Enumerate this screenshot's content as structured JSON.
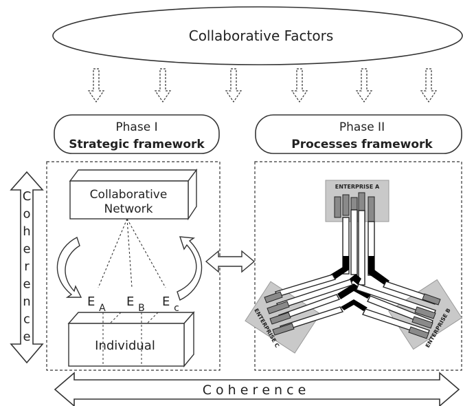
{
  "top_label": "Collaborative Factors",
  "phase1": {
    "title": "Phase I",
    "subtitle": "Strategic framework"
  },
  "phase2": {
    "title": "Phase II",
    "subtitle": "Processes framework"
  },
  "network_box": {
    "line1": "Collaborative",
    "line2": "Network"
  },
  "individual_box": "Individual",
  "entities": [
    {
      "letter": "E",
      "sub": "A"
    },
    {
      "letter": "E",
      "sub": "B"
    },
    {
      "letter": "E",
      "sub": "c"
    }
  ],
  "left_arrow_label": [
    "C",
    "o",
    "h",
    "e",
    "r",
    "e",
    "n",
    "c",
    "e"
  ],
  "bottom_arrow_label": "C o h e r e n c e",
  "enterprises": {
    "a": "ENTERPRISE  A",
    "b": "ENTERPRISE  B",
    "c": "ENTERPRISE  C"
  },
  "colors": {
    "enterprise_panel": "#c9c9c9",
    "module_fill": "#8a8a8a",
    "connector": "#000000",
    "line": "#333333"
  }
}
